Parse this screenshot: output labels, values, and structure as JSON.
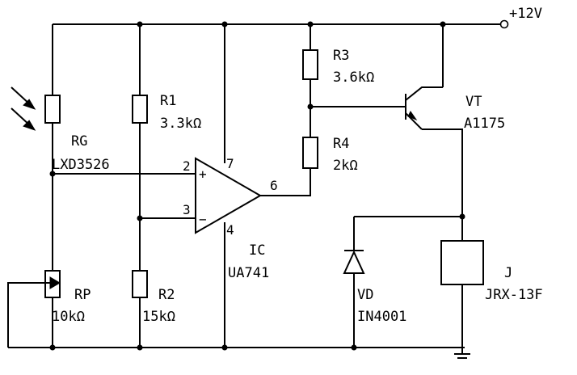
{
  "supply": {
    "label": "+12V"
  },
  "components": {
    "rg": {
      "ref": "RG",
      "value": "LXD3526"
    },
    "r1": {
      "ref": "R1",
      "value": "3.3kΩ"
    },
    "r2": {
      "ref": "R2",
      "value": "15kΩ"
    },
    "r3": {
      "ref": "R3",
      "value": "3.6kΩ"
    },
    "r4": {
      "ref": "R4",
      "value": "2kΩ"
    },
    "rp": {
      "ref": "RP",
      "value": "10kΩ"
    },
    "ic": {
      "ref": "IC",
      "value": "UA741"
    },
    "vt": {
      "ref": "VT",
      "value": "A1175"
    },
    "vd": {
      "ref": "VD",
      "value": "IN4001"
    },
    "j": {
      "ref": "J",
      "value": "JRX-13F"
    }
  },
  "pins": {
    "p2": "2",
    "p3": "3",
    "p4": "4",
    "p6": "6",
    "p7": "7",
    "plus": "+",
    "minus": "−"
  }
}
